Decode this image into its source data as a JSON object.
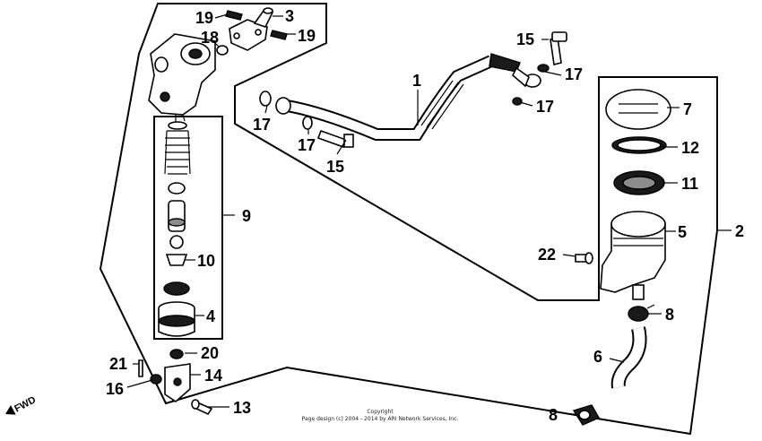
{
  "callouts": {
    "p1": "1",
    "p2": "2",
    "p3": "3",
    "p4": "4",
    "p5": "5",
    "p6": "6",
    "p7": "7",
    "p8a": "8",
    "p8b": "8",
    "p9": "9",
    "p10": "10",
    "p11": "11",
    "p12": "12",
    "p13": "13",
    "p14": "14",
    "p15a": "15",
    "p15b": "15",
    "p16": "16",
    "p17a": "17",
    "p17b": "17",
    "p17c": "17",
    "p17d": "17",
    "p18": "18",
    "p19a": "19",
    "p19b": "19",
    "p20": "20",
    "p21": "21",
    "p22": "22"
  },
  "fwd_label": "FWD",
  "copyright": {
    "line1": "Copyright",
    "line2": "Page design (c) 2004 - 2014 by ARI Network Services, Inc."
  }
}
